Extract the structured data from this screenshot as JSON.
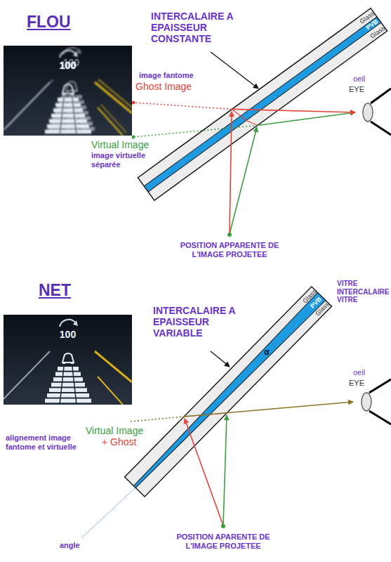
{
  "diagram": {
    "nodes": [
      {
        "text": [
          "100"
        ]
      },
      {
        "text": [
          "100"
        ]
      }
    ],
    "labels": [
      "FLOU",
      "INTERCALAIRE A EPAISSEUR CONSTANTE",
      "Glass",
      "PVB",
      "Glass",
      "image fantome",
      "Ghost Image",
      "oeil",
      "EYE",
      "Virtual Image",
      "image virtuelle séparée",
      "POSITION APPARENTE DE L'IMAGE PROJETEE",
      "NET",
      "INTERCALAIRE A EPAISSEUR VARIABLE",
      "Glass",
      "PVB",
      "Glass",
      "VITRE INTERCALAIRE VITRE",
      "α",
      "oeil",
      "EYE",
      "alignement image fantome et virtuelle",
      "Virtual Image",
      "+ Ghost",
      "angle",
      "POSITION APARENTE DE L'IMAGE PROJETEE"
    ]
  }
}
